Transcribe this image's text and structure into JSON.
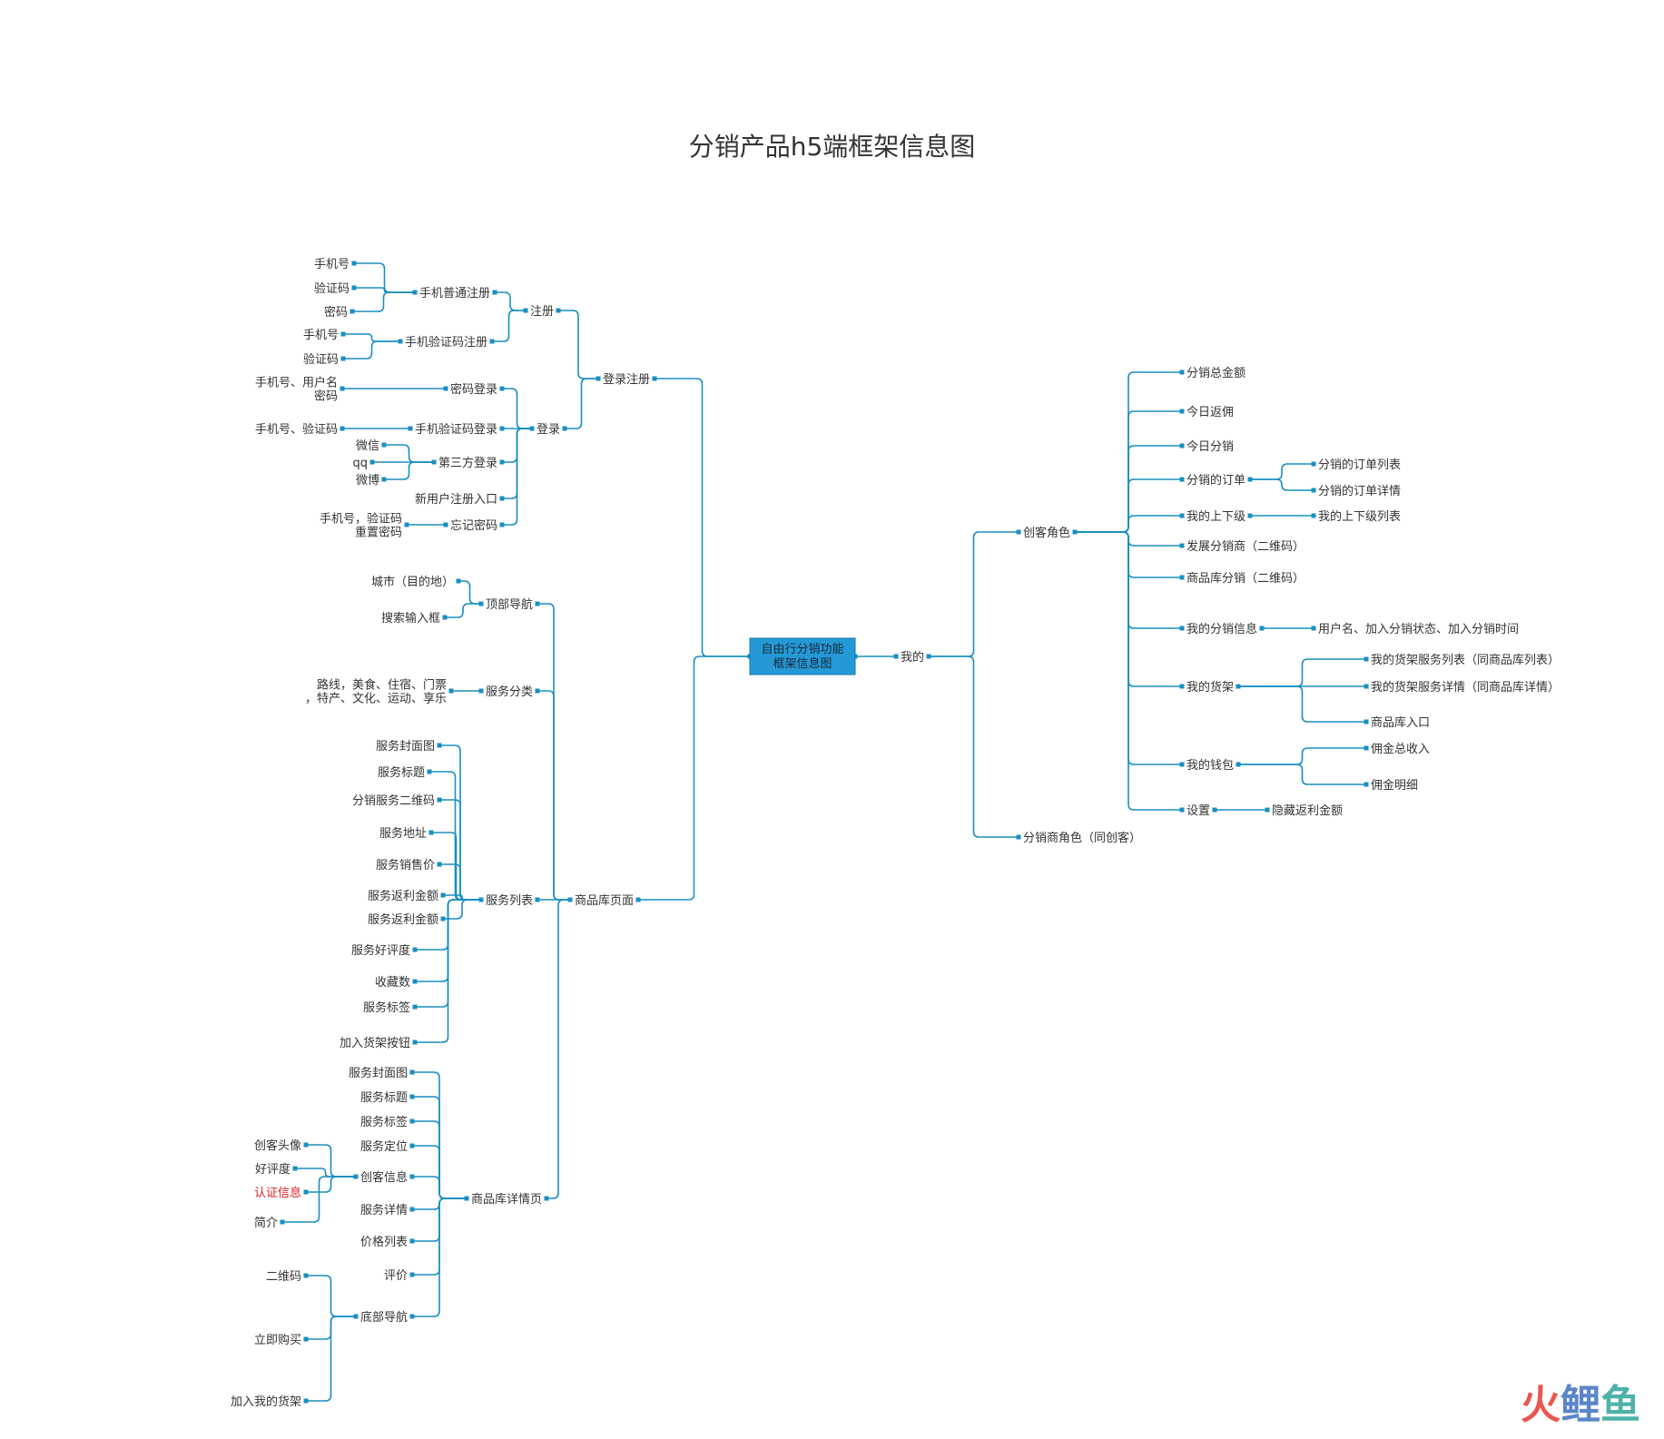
{
  "title": "分销产品h5端框架信息图",
  "colors": {
    "line": "#1a8fc0",
    "center_fill": "#2499d6",
    "text": "#333333",
    "highlight": "#e02020"
  },
  "nodes": [
    {
      "id": "root",
      "label": "自由行分销功能框架信息图"
    },
    {
      "id": "login_reg",
      "label": "登录注册"
    },
    {
      "id": "register",
      "label": "注册"
    },
    {
      "id": "phone_reg",
      "label": "手机普通注册"
    },
    {
      "id": "pr_phone",
      "label": "手机号"
    },
    {
      "id": "pr_code",
      "label": "验证码"
    },
    {
      "id": "pr_pwd",
      "label": "密码"
    },
    {
      "id": "code_reg",
      "label": "手机验证码注册"
    },
    {
      "id": "cr_phone",
      "label": "手机号"
    },
    {
      "id": "cr_code",
      "label": "验证码"
    },
    {
      "id": "login",
      "label": "登录"
    },
    {
      "id": "pwd_login",
      "label": "密码登录"
    },
    {
      "id": "pl_info",
      "label": "手机号、用户名\n密码"
    },
    {
      "id": "code_login",
      "label": "手机验证码登录"
    },
    {
      "id": "cl_info",
      "label": "手机号、验证码"
    },
    {
      "id": "third_login",
      "label": "第三方登录"
    },
    {
      "id": "tl_wechat",
      "label": "微信"
    },
    {
      "id": "tl_qq",
      "label": "qq"
    },
    {
      "id": "tl_weibo",
      "label": "微博"
    },
    {
      "id": "new_user",
      "label": "新用户注册入口"
    },
    {
      "id": "forgot_pwd",
      "label": "忘记密码"
    },
    {
      "id": "fp_info",
      "label": "手机号，验证码\n重置密码"
    },
    {
      "id": "lib_page",
      "label": "商品库页面"
    },
    {
      "id": "top_nav",
      "label": "顶部导航"
    },
    {
      "id": "tn_city",
      "label": "城市（目的地）"
    },
    {
      "id": "tn_search",
      "label": "搜索输入框"
    },
    {
      "id": "svc_cat",
      "label": "服务分类"
    },
    {
      "id": "sc_info",
      "label": "路线，美食、住宿、门票\n，特产、文化、运动、享乐"
    },
    {
      "id": "svc_list",
      "label": "服务列表"
    },
    {
      "id": "sl_1",
      "label": "服务封面图"
    },
    {
      "id": "sl_2",
      "label": "服务标题"
    },
    {
      "id": "sl_3",
      "label": "分销服务二维码"
    },
    {
      "id": "sl_4",
      "label": "服务地址"
    },
    {
      "id": "sl_5",
      "label": "服务销售价"
    },
    {
      "id": "sl_6",
      "label": "服务返利金额"
    },
    {
      "id": "sl_7",
      "label": "服务返利金额"
    },
    {
      "id": "sl_8",
      "label": "服务好评度"
    },
    {
      "id": "sl_9",
      "label": "收藏数"
    },
    {
      "id": "sl_10",
      "label": "服务标签"
    },
    {
      "id": "sl_11",
      "label": "加入货架按钮"
    },
    {
      "id": "lib_detail",
      "label": "商品库详情页"
    },
    {
      "id": "ld_1",
      "label": "服务封面图"
    },
    {
      "id": "ld_2",
      "label": "服务标题"
    },
    {
      "id": "ld_3",
      "label": "服务标签"
    },
    {
      "id": "ld_4",
      "label": "服务定位"
    },
    {
      "id": "ld_creator",
      "label": "创客信息"
    },
    {
      "id": "cr_avatar",
      "label": "创客头像"
    },
    {
      "id": "cr_rating",
      "label": "好评度"
    },
    {
      "id": "cr_cert",
      "label": "认证信息",
      "highlight": true
    },
    {
      "id": "cr_intro",
      "label": "简介"
    },
    {
      "id": "ld_5",
      "label": "服务详情"
    },
    {
      "id": "ld_6",
      "label": "价格列表"
    },
    {
      "id": "ld_7",
      "label": "评价"
    },
    {
      "id": "ld_bottom",
      "label": "底部导航"
    },
    {
      "id": "bn_qr",
      "label": "二维码"
    },
    {
      "id": "bn_buy",
      "label": "立即购买"
    },
    {
      "id": "bn_shelf",
      "label": "加入我的货架"
    },
    {
      "id": "mine",
      "label": "我的"
    },
    {
      "id": "maker",
      "label": "创客角色"
    },
    {
      "id": "mk_1",
      "label": "分销总金额"
    },
    {
      "id": "mk_2",
      "label": "今日返佣"
    },
    {
      "id": "mk_3",
      "label": "今日分销"
    },
    {
      "id": "mk_orders",
      "label": "分销的订单"
    },
    {
      "id": "mo_list",
      "label": "分销的订单列表"
    },
    {
      "id": "mo_detail",
      "label": "分销的订单详情"
    },
    {
      "id": "mk_levels",
      "label": "我的上下级"
    },
    {
      "id": "lv_list",
      "label": "我的上下级列表"
    },
    {
      "id": "mk_4",
      "label": "发展分销商（二维码）"
    },
    {
      "id": "mk_5",
      "label": "商品库分销（二维码）"
    },
    {
      "id": "mk_info",
      "label": "我的分销信息"
    },
    {
      "id": "mi_1",
      "label": "用户名、加入分销状态、加入分销时间"
    },
    {
      "id": "mk_shelf",
      "label": "我的货架"
    },
    {
      "id": "sh_1",
      "label": "我的货架服务列表（同商品库列表）"
    },
    {
      "id": "sh_2",
      "label": "我的货架服务详情（同商品库详情）"
    },
    {
      "id": "sh_3",
      "label": "商品库入口"
    },
    {
      "id": "mk_wallet",
      "label": "我的钱包"
    },
    {
      "id": "wl_1",
      "label": "佣金总收入"
    },
    {
      "id": "wl_2",
      "label": "佣金明细"
    },
    {
      "id": "mk_settings",
      "label": "设置"
    },
    {
      "id": "st_1",
      "label": "隐藏返利金额"
    },
    {
      "id": "distributor",
      "label": "分销商角色（同创客）"
    }
  ],
  "edges": [
    [
      "root",
      "login_reg"
    ],
    [
      "root",
      "lib_page"
    ],
    [
      "root",
      "mine"
    ],
    [
      "login_reg",
      "register"
    ],
    [
      "login_reg",
      "login"
    ],
    [
      "register",
      "phone_reg"
    ],
    [
      "register",
      "code_reg"
    ],
    [
      "phone_reg",
      "pr_phone"
    ],
    [
      "phone_reg",
      "pr_code"
    ],
    [
      "phone_reg",
      "pr_pwd"
    ],
    [
      "code_reg",
      "cr_phone"
    ],
    [
      "code_reg",
      "cr_code"
    ],
    [
      "login",
      "pwd_login"
    ],
    [
      "login",
      "code_login"
    ],
    [
      "login",
      "third_login"
    ],
    [
      "login",
      "new_user"
    ],
    [
      "login",
      "forgot_pwd"
    ],
    [
      "pwd_login",
      "pl_info"
    ],
    [
      "code_login",
      "cl_info"
    ],
    [
      "third_login",
      "tl_wechat"
    ],
    [
      "third_login",
      "tl_qq"
    ],
    [
      "third_login",
      "tl_weibo"
    ],
    [
      "forgot_pwd",
      "fp_info"
    ],
    [
      "lib_page",
      "top_nav"
    ],
    [
      "lib_page",
      "svc_cat"
    ],
    [
      "lib_page",
      "svc_list"
    ],
    [
      "lib_page",
      "lib_detail"
    ],
    [
      "top_nav",
      "tn_city"
    ],
    [
      "top_nav",
      "tn_search"
    ],
    [
      "svc_cat",
      "sc_info"
    ],
    [
      "svc_list",
      "sl_1"
    ],
    [
      "svc_list",
      "sl_2"
    ],
    [
      "svc_list",
      "sl_3"
    ],
    [
      "svc_list",
      "sl_4"
    ],
    [
      "svc_list",
      "sl_5"
    ],
    [
      "svc_list",
      "sl_6"
    ],
    [
      "svc_list",
      "sl_7"
    ],
    [
      "svc_list",
      "sl_8"
    ],
    [
      "svc_list",
      "sl_9"
    ],
    [
      "svc_list",
      "sl_10"
    ],
    [
      "svc_list",
      "sl_11"
    ],
    [
      "lib_detail",
      "ld_1"
    ],
    [
      "lib_detail",
      "ld_2"
    ],
    [
      "lib_detail",
      "ld_3"
    ],
    [
      "lib_detail",
      "ld_4"
    ],
    [
      "lib_detail",
      "ld_creator"
    ],
    [
      "lib_detail",
      "ld_5"
    ],
    [
      "lib_detail",
      "ld_6"
    ],
    [
      "lib_detail",
      "ld_7"
    ],
    [
      "lib_detail",
      "ld_bottom"
    ],
    [
      "ld_creator",
      "cr_avatar"
    ],
    [
      "ld_creator",
      "cr_rating"
    ],
    [
      "ld_creator",
      "cr_cert"
    ],
    [
      "ld_creator",
      "cr_intro"
    ],
    [
      "ld_bottom",
      "bn_qr"
    ],
    [
      "ld_bottom",
      "bn_buy"
    ],
    [
      "ld_bottom",
      "bn_shelf"
    ],
    [
      "mine",
      "maker"
    ],
    [
      "mine",
      "distributor"
    ],
    [
      "maker",
      "mk_1"
    ],
    [
      "maker",
      "mk_2"
    ],
    [
      "maker",
      "mk_3"
    ],
    [
      "maker",
      "mk_orders"
    ],
    [
      "maker",
      "mk_levels"
    ],
    [
      "maker",
      "mk_4"
    ],
    [
      "maker",
      "mk_5"
    ],
    [
      "maker",
      "mk_info"
    ],
    [
      "maker",
      "mk_shelf"
    ],
    [
      "maker",
      "mk_wallet"
    ],
    [
      "maker",
      "mk_settings"
    ],
    [
      "mk_orders",
      "mo_list"
    ],
    [
      "mk_orders",
      "mo_detail"
    ],
    [
      "mk_levels",
      "lv_list"
    ],
    [
      "mk_info",
      "mi_1"
    ],
    [
      "mk_shelf",
      "sh_1"
    ],
    [
      "mk_shelf",
      "sh_2"
    ],
    [
      "mk_shelf",
      "sh_3"
    ],
    [
      "mk_wallet",
      "wl_1"
    ],
    [
      "mk_wallet",
      "wl_2"
    ],
    [
      "mk_settings",
      "st_1"
    ]
  ],
  "watermark": {
    "c1": "火",
    "c2": "鲤",
    "c3": "鱼"
  }
}
